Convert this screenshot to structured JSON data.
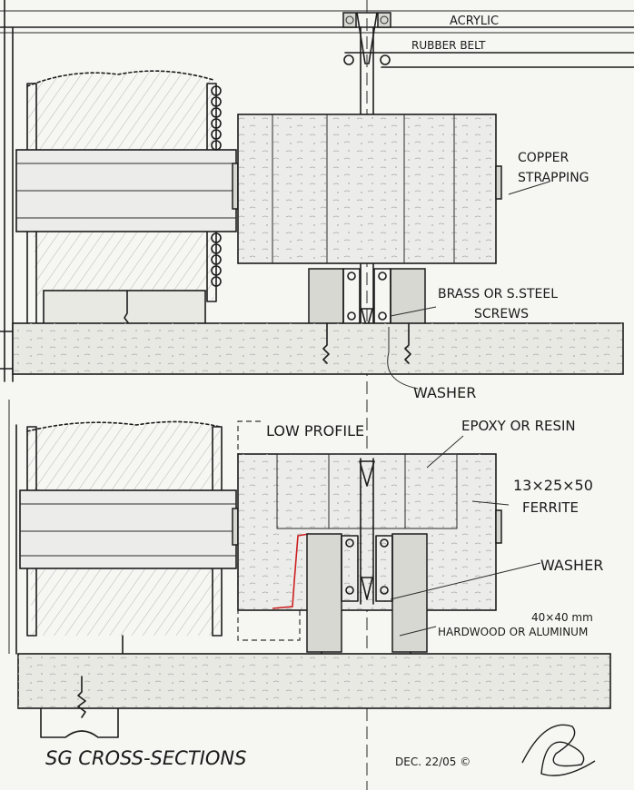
{
  "labels": {
    "acrylic": "ACRYLIC",
    "rubber_belt": "RUBBER BELT",
    "copper_strapping_1": "COPPER",
    "copper_strapping_2": "STRAPPING",
    "screws_1": "BRASS OR S.STEEL",
    "screws_2": "SCREWS",
    "washer_top": "WASHER",
    "low_profile": "LOW PROFILE",
    "epoxy": "EPOXY OR RESIN",
    "ferrite_dims": "13×25×50",
    "ferrite": "FERRITE",
    "washer_bottom": "WASHER",
    "block_dims": "40×40 mm",
    "hardwood": "HARDWOOD OR ALUMINUM",
    "title": "SG CROSS-SECTIONS",
    "date": "DEC. 22/05 ©"
  },
  "colors": {
    "ink": "#1c1c1c",
    "paper": "#f6f6f3",
    "red_line": "#cc1f1f"
  }
}
